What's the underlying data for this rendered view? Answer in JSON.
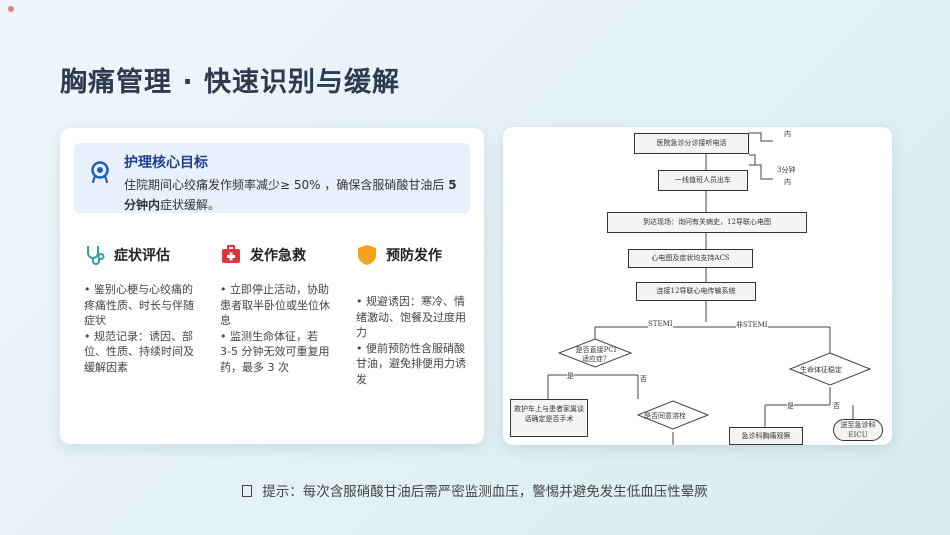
{
  "page": {
    "title": "胸痛管理 · 快速识别与缓解",
    "tip": "提示：每次含服硝酸甘油后需严密监测血压，警惕并避免发生低血压性晕厥"
  },
  "goal": {
    "title": "护理核心目标",
    "line_a": "住院期间心绞痛发作频率减少≥ 50% ，确保含服硝酸甘油后",
    "emphasis": "5 分钟内",
    "line_b": "症状缓解。"
  },
  "columns": [
    {
      "icon": "stethoscope-icon",
      "heading": "症状评估",
      "items": [
        "• 鉴别心梗与心绞痛的疼痛性质、时长与伴随症状",
        "• 规范记录：诱因、部位、性质、持续时间及缓解因素"
      ]
    },
    {
      "icon": "first-aid-kit-icon",
      "heading": "发作急救",
      "items": [
        "• 立即停止活动，协助患者取半卧位或坐位休息",
        "• 监测生命体征，若 3-5 分钟无效可重复用药，最多 3 次"
      ]
    },
    {
      "icon": "shield-icon",
      "heading": "预防发作",
      "items": [
        "• 规避诱因：寒冷、情绪激动、饱餐及过度用力",
        "• 便前预防性含服硝酸甘油，避免排便用力诱发"
      ]
    }
  ],
  "flowchart": {
    "steps": [
      "医院急诊分诊接听电话",
      "一线值班人员出车",
      "到达现场：询问有关病史，12导联心电图",
      "心电图及症状均支持ACS",
      "连接12导联心电传输系统"
    ],
    "side_notes": [
      "内",
      "3分钟",
      "内"
    ],
    "branch_left": "STEMI",
    "branch_right": "非STEMI",
    "decision_pci": "是否直接PCI适应症？",
    "decision_vitals": "生命体征稳定",
    "decision_consent": "是否同意溶栓",
    "ambulance_text": "救护车上与患者家属谈话确定是否手术",
    "ward_text": "急诊科胸痛观察",
    "eicu_text": "送至急诊科EICU",
    "yes": "是",
    "no": "否"
  },
  "colors": {
    "title": "#2f3a4f",
    "goal_title": "#1f3f93",
    "accent_blue": "#1f5fbf",
    "accent_red": "#d9363e",
    "accent_orange": "#f2a21b",
    "stethoscope": "#2fa58f"
  }
}
